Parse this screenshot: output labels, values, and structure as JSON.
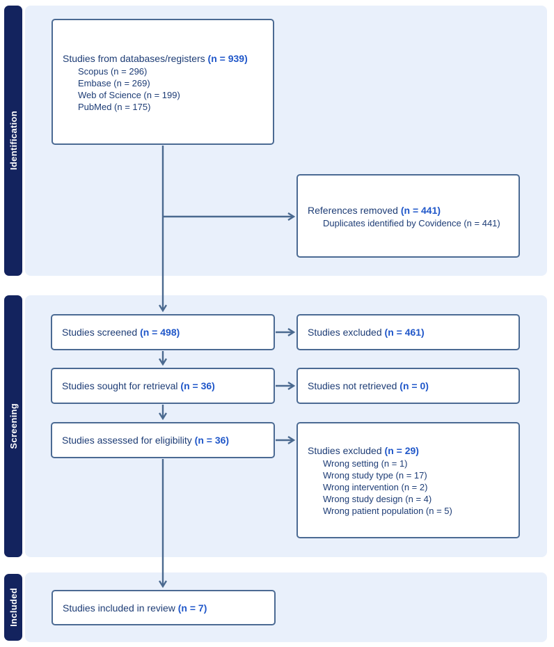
{
  "sections": {
    "identification": {
      "label": "Identification"
    },
    "screening": {
      "label": "Screening"
    },
    "included": {
      "label": "Included"
    }
  },
  "boxes": {
    "databases": {
      "label": "Studies from databases/registers",
      "count": "(n = 939)",
      "items": [
        "Scopus (n = 296)",
        "Embase (n = 269)",
        "Web of Science (n = 199)",
        "PubMed (n = 175)"
      ]
    },
    "references_removed": {
      "label": "References removed",
      "count": "(n = 441)",
      "items": [
        "Duplicates identified by Covidence (n = 441)"
      ]
    },
    "screened": {
      "label": "Studies screened",
      "count": "(n = 498)"
    },
    "excluded_screening": {
      "label": "Studies excluded",
      "count": "(n = 461)"
    },
    "sought": {
      "label": "Studies sought for retrieval",
      "count": "(n = 36)"
    },
    "not_retrieved": {
      "label": "Studies not retrieved",
      "count": "(n = 0)"
    },
    "assessed": {
      "label": "Studies assessed for eligibility",
      "count": "(n = 36)"
    },
    "excluded_eligibility": {
      "label": "Studies excluded",
      "count": "(n = 29)",
      "items": [
        "Wrong setting (n = 1)",
        "Wrong study type (n = 17)",
        "Wrong intervention (n = 2)",
        "Wrong study design (n = 4)",
        "Wrong patient population (n = 5)"
      ]
    },
    "included_review": {
      "label": "Studies included in review",
      "count": "(n = 7)"
    }
  },
  "colors": {
    "panel_background": "#e9f0fb",
    "phase_bar": "#13235e",
    "box_border": "#4b6a93",
    "body_text": "#1d3c75",
    "count_text": "#2057c9",
    "arrow": "#4a698f"
  }
}
